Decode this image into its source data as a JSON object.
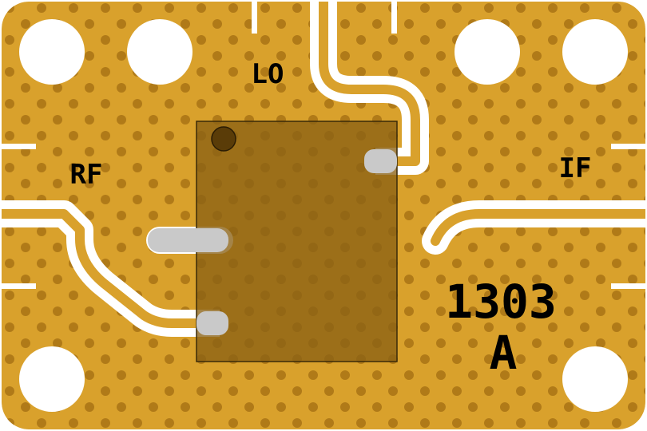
{
  "board": {
    "labels": {
      "lo": "LO",
      "rf": "RF",
      "if": "IF",
      "part_number": "1303",
      "revision": "A"
    },
    "colors": {
      "copper": "#d9a12c",
      "copper_edge": "#e6b65a",
      "substrate": "#ffffff",
      "via": "#b07a18",
      "chip": "#8b6114",
      "pad": "#c9c9c9",
      "silkscreen": "#000000"
    }
  }
}
